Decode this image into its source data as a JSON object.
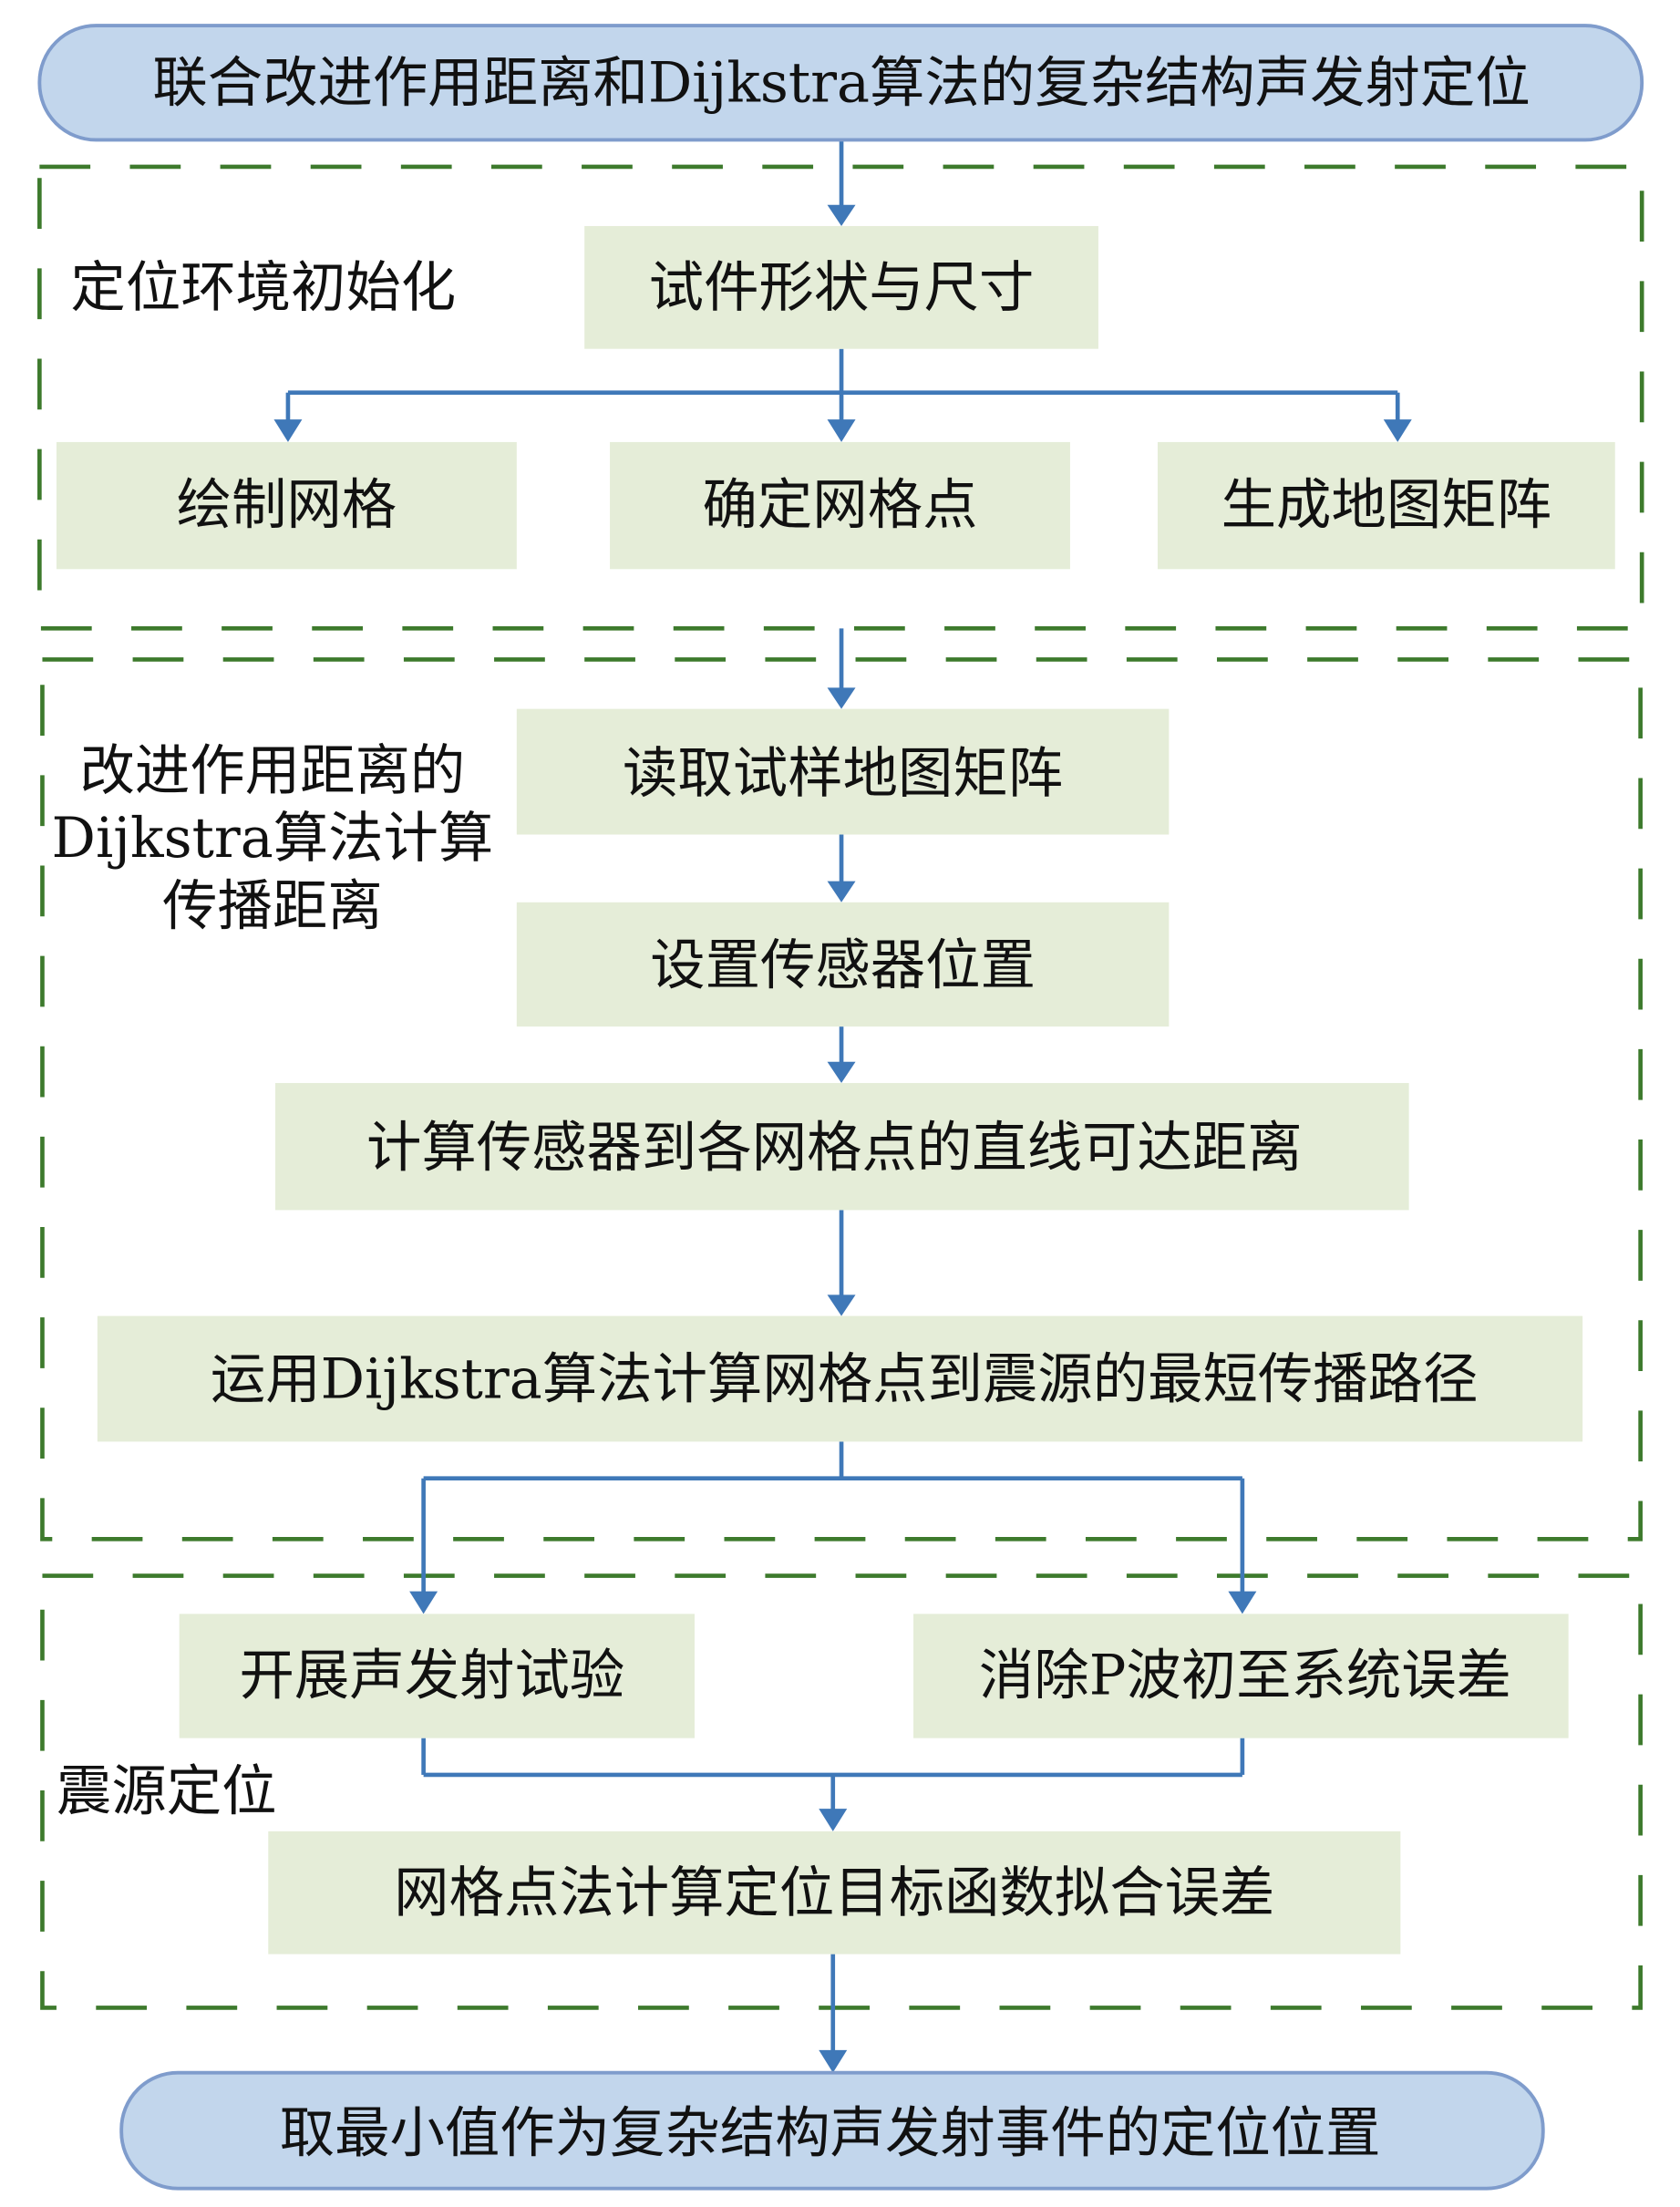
{
  "title": "联合改进作用距离和Dijkstra算法的复杂结构声发射定位",
  "section1": {
    "label": "定位环境初始化",
    "top": "试件形状与尺寸",
    "children": [
      "绘制网格",
      "确定网格点",
      "生成地图矩阵"
    ]
  },
  "section2": {
    "label_lines": [
      "改进作用距离的",
      "Dijkstra算法计算",
      "传播距离"
    ],
    "steps": [
      "读取试样地图矩阵",
      "设置传感器位置",
      "计算传感器到各网格点的直线可达距离",
      "运用Dijkstra算法计算网格点到震源的最短传播路径"
    ]
  },
  "section3": {
    "label": "震源定位",
    "branches": [
      "开展声发射试验",
      "消除P波初至系统误差"
    ],
    "merge": "网格点法计算定位目标函数拟合误差"
  },
  "result": "取最小值作为复杂结构声发射事件的定位位置"
}
